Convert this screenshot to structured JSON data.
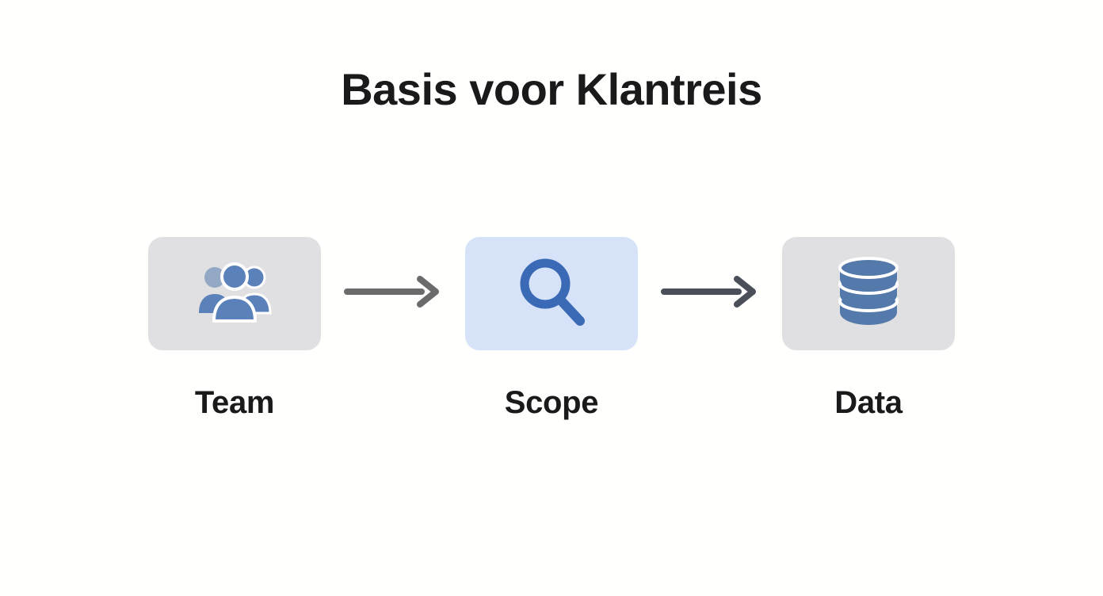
{
  "page": {
    "title": "Basis voor Klantreis",
    "background_color": "#fffffe",
    "title_color": "#1a1a1a"
  },
  "colors": {
    "card_neutral_bg": "#e0e0e2",
    "card_active_bg": "#d6e2f7",
    "icon_blue": "#5479ab",
    "icon_blue_strong": "#3a6ab5",
    "icon_blue_light": "#93a8c4",
    "arrow_gray": "#6b6b6b",
    "arrow_slate": "#4a4f5a"
  },
  "flow": {
    "steps": [
      {
        "label": "Team",
        "icon": "people-group-icon",
        "state": "neutral"
      },
      {
        "label": "Scope",
        "icon": "magnifying-glass-icon",
        "state": "active"
      },
      {
        "label": "Data",
        "icon": "database-icon",
        "state": "neutral"
      }
    ],
    "connectors": [
      {
        "icon": "arrow-right-icon",
        "color": "#6b6b6b"
      },
      {
        "icon": "arrow-right-icon",
        "color": "#4a4f5a"
      }
    ]
  }
}
